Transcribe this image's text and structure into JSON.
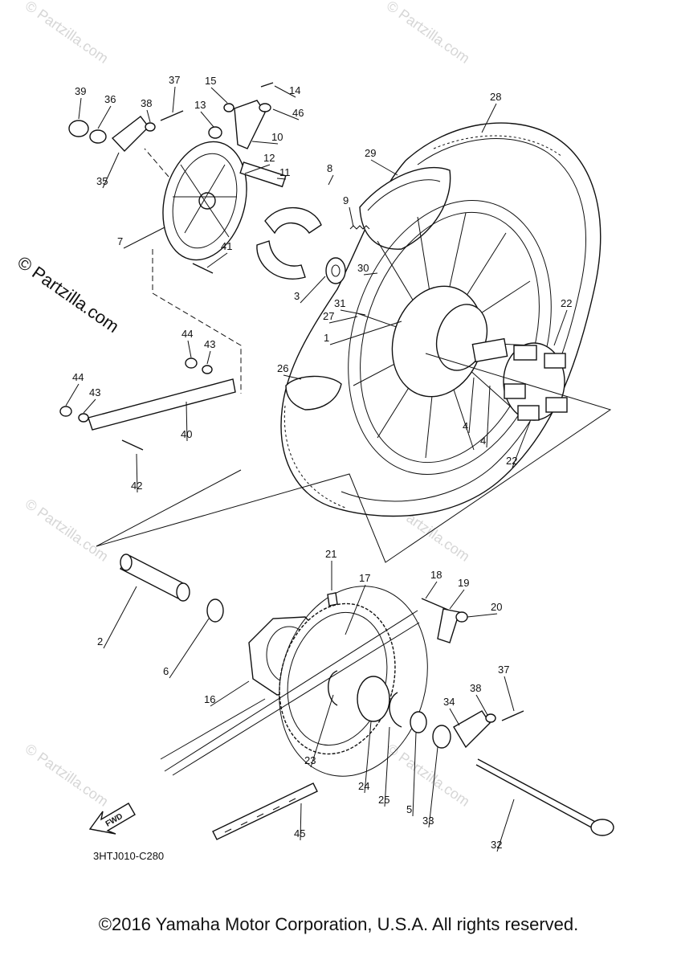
{
  "watermark": {
    "tile_text": "© Partzilla.com",
    "side_text": "© Partzilla.com"
  },
  "diagram_code": "3HTJ010-C280",
  "fwd_label": "FWD",
  "copyright": "©2016 Yamaha Motor Corporation, U.S.A. All rights reserved.",
  "callouts": [
    {
      "id": "39",
      "label": "39"
    },
    {
      "id": "36",
      "label": "36"
    },
    {
      "id": "37a",
      "label": "37"
    },
    {
      "id": "38a",
      "label": "38"
    },
    {
      "id": "13",
      "label": "13"
    },
    {
      "id": "15",
      "label": "15"
    },
    {
      "id": "14",
      "label": "14"
    },
    {
      "id": "46",
      "label": "46"
    },
    {
      "id": "10",
      "label": "10"
    },
    {
      "id": "28",
      "label": "28"
    },
    {
      "id": "35",
      "label": "35"
    },
    {
      "id": "12",
      "label": "12"
    },
    {
      "id": "11",
      "label": "11"
    },
    {
      "id": "8",
      "label": "8"
    },
    {
      "id": "9",
      "label": "9"
    },
    {
      "id": "29",
      "label": "29"
    },
    {
      "id": "7",
      "label": "7"
    },
    {
      "id": "41",
      "label": "41"
    },
    {
      "id": "30",
      "label": "30"
    },
    {
      "id": "3",
      "label": "3"
    },
    {
      "id": "31",
      "label": "31"
    },
    {
      "id": "27",
      "label": "27"
    },
    {
      "id": "1",
      "label": "1"
    },
    {
      "id": "22a",
      "label": "22"
    },
    {
      "id": "44a",
      "label": "44"
    },
    {
      "id": "43a",
      "label": "43"
    },
    {
      "id": "26",
      "label": "26"
    },
    {
      "id": "44b",
      "label": "44"
    },
    {
      "id": "43b",
      "label": "43"
    },
    {
      "id": "40",
      "label": "40"
    },
    {
      "id": "4a",
      "label": "4"
    },
    {
      "id": "4b",
      "label": "4"
    },
    {
      "id": "22b",
      "label": "22"
    },
    {
      "id": "42",
      "label": "42"
    },
    {
      "id": "21",
      "label": "21"
    },
    {
      "id": "18",
      "label": "18"
    },
    {
      "id": "19",
      "label": "19"
    },
    {
      "id": "17",
      "label": "17"
    },
    {
      "id": "20",
      "label": "20"
    },
    {
      "id": "2",
      "label": "2"
    },
    {
      "id": "6",
      "label": "6"
    },
    {
      "id": "16",
      "label": "16"
    },
    {
      "id": "37b",
      "label": "37"
    },
    {
      "id": "38b",
      "label": "38"
    },
    {
      "id": "34",
      "label": "34"
    },
    {
      "id": "23",
      "label": "23"
    },
    {
      "id": "24",
      "label": "24"
    },
    {
      "id": "25",
      "label": "25"
    },
    {
      "id": "5",
      "label": "5"
    },
    {
      "id": "33",
      "label": "33"
    },
    {
      "id": "45",
      "label": "45"
    },
    {
      "id": "32",
      "label": "32"
    }
  ]
}
